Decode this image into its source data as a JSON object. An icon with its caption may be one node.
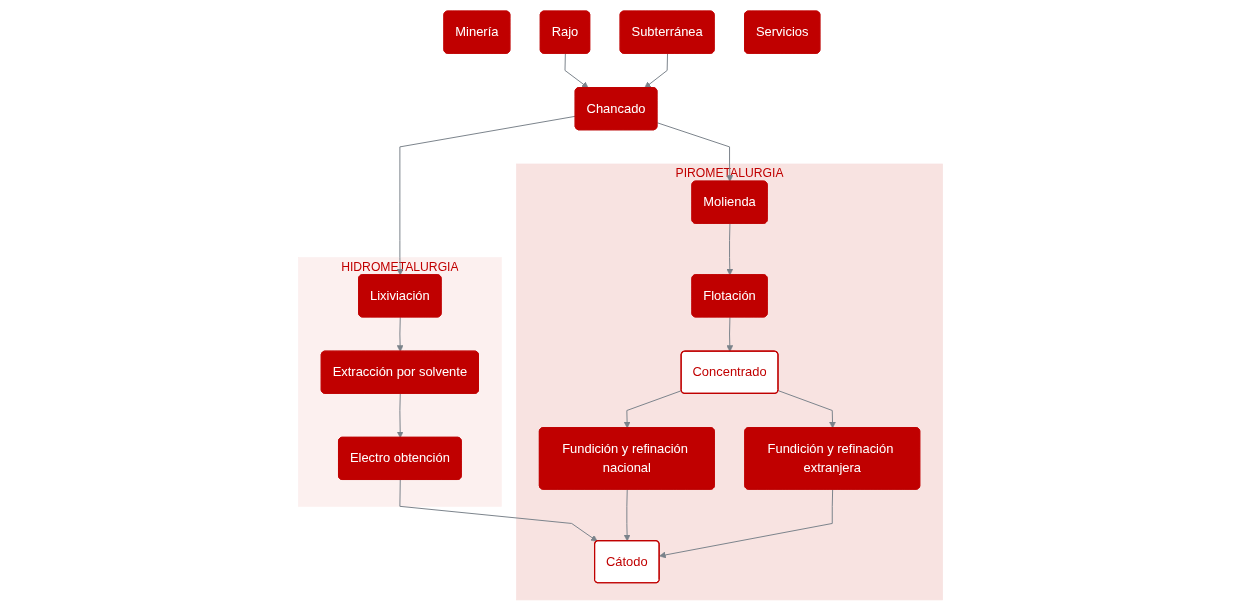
{
  "diagram": {
    "nodes": [
      {
        "text": [
          "Minería"
        ]
      },
      {
        "text": [
          "Rajo"
        ]
      },
      {
        "text": [
          "Subterránea"
        ]
      },
      {
        "text": [
          "Servicios"
        ]
      },
      {
        "text": [
          "Chancado"
        ]
      },
      {
        "text": [
          "PIROMETALURGIA"
        ]
      },
      {
        "text": [
          "Molienda"
        ],
        "in": 5
      },
      {
        "text": [
          "Flotación"
        ],
        "in": 5
      },
      {
        "text": [
          "Concentrado"
        ],
        "in": 5
      },
      {
        "text": [
          "Fundición y refinación extranjera"
        ],
        "in": 5
      },
      {
        "text": [
          "HIDROMETALURGIA"
        ]
      },
      {
        "text": [
          "Lixiviación"
        ],
        "in": 10
      },
      {
        "text": [
          "Fundición y refinación nacional"
        ],
        "in": 5
      },
      {
        "text": [
          "Extracción por solvente"
        ],
        "in": 10
      },
      {
        "text": [
          "Electro obtención"
        ],
        "in": 10
      },
      {
        "text": [
          "Cátodo"
        ],
        "in": 5
      }
    ],
    "edges": [
      {
        "from": 1,
        "to": 4,
        "arrow": "to"
      },
      {
        "from": 2,
        "to": 4,
        "arrow": "to"
      },
      {
        "from": 4,
        "to": 6,
        "arrow": "to"
      },
      {
        "from": 6,
        "to": 7,
        "arrow": "to"
      },
      {
        "from": 7,
        "to": 8,
        "arrow": "to"
      },
      {
        "from": 8,
        "to": 9,
        "arrow": "to"
      },
      {
        "from": 4,
        "to": 11,
        "arrow": "to"
      },
      {
        "from": 8,
        "to": 12,
        "arrow": "to"
      },
      {
        "from": 11,
        "to": 13,
        "arrow": "to"
      },
      {
        "from": 13,
        "to": 14,
        "arrow": "to"
      },
      {
        "from": 14,
        "to": 15,
        "arrow": "to"
      },
      {
        "from": 12,
        "to": 15,
        "arrow": "to"
      },
      {
        "from": 9,
        "to": 15,
        "arrow": "to"
      }
    ]
  }
}
